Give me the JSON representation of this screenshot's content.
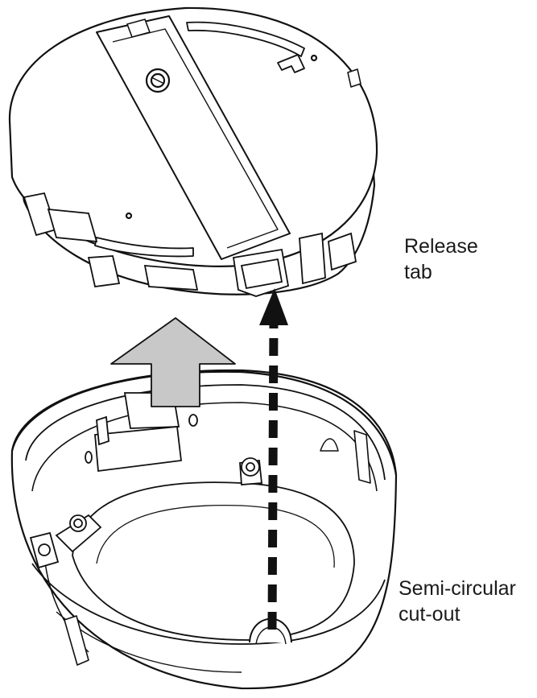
{
  "labels": {
    "release_tab": [
      "Release",
      "tab"
    ],
    "cutout": [
      "Semi-circular",
      "cut-out"
    ]
  },
  "colors": {
    "line": "#111111",
    "fill": "#ffffff",
    "arrow_fill": "#c8c8c8",
    "arrow_dash": "#111111"
  },
  "icons": {
    "lift_arrow": "up-arrow-icon",
    "alignment_arrow": "dashed-up-arrow-icon",
    "screw": "screw-icon"
  }
}
